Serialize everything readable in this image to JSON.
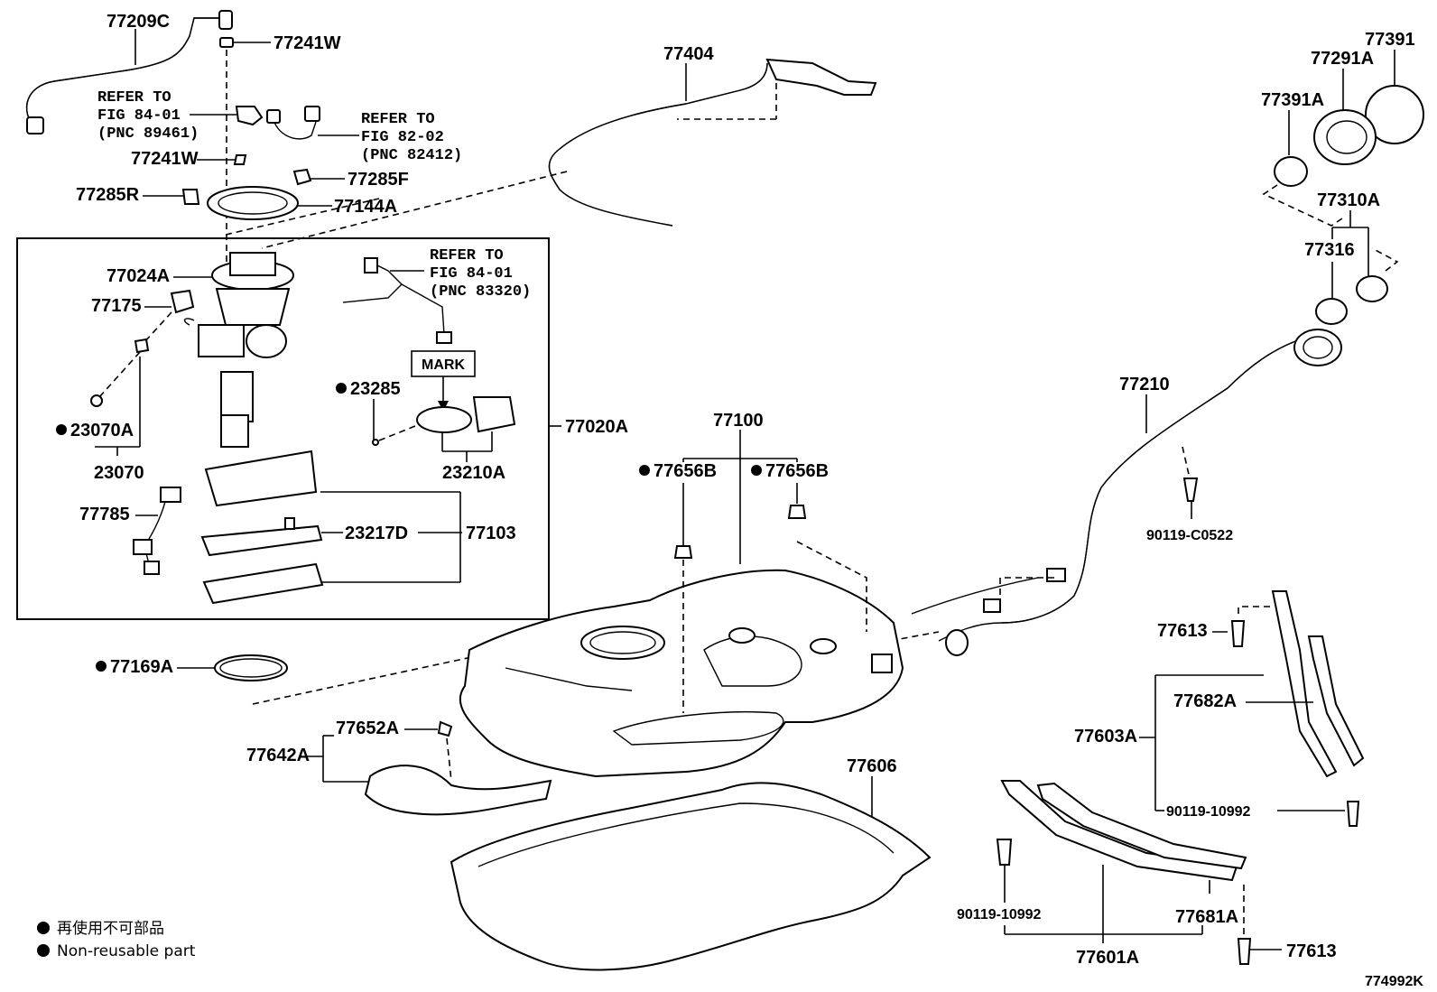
{
  "parts": {
    "p77209c": "77209C",
    "p77241w_top": "77241W",
    "p77241w_mid": "77241W",
    "p77285r": "77285R",
    "p77285f": "77285F",
    "p77144a": "77144A",
    "p77404": "77404",
    "p77391": "77391",
    "p77291a": "77291A",
    "p77391a": "77391A",
    "p77310a": "77310A",
    "p77316": "77316",
    "p77210": "77210",
    "p90119_c0522": "90119-C0522",
    "p77024a": "77024A",
    "p77175": "77175",
    "p23070a": "23070A",
    "p23070": "23070",
    "p23285": "23285",
    "p23210a": "23210A",
    "p77020a": "77020A",
    "p77785": "77785",
    "p23217d": "23217D",
    "p77103": "77103",
    "p77100": "77100",
    "p77656b_1": "77656B",
    "p77656b_2": "77656B",
    "p77169a": "77169A",
    "p77652a": "77652A",
    "p77642a": "77642A",
    "p77606": "77606",
    "p77613_top": "77613",
    "p77682a": "77682A",
    "p77603a": "77603A",
    "p90119_10992_right": "90119-10992",
    "p90119_10992_left": "90119-10992",
    "p77681a": "77681A",
    "p77601a": "77601A",
    "p77613_bottom": "77613"
  },
  "refs": {
    "ref1": [
      "REFER TO",
      "FIG 84-01",
      "(PNC 89461)"
    ],
    "ref2": [
      "REFER TO",
      "FIG 82-02",
      "(PNC 82412)"
    ],
    "ref3": [
      "REFER TO",
      "FIG 84-01",
      "(PNC 83320)"
    ]
  },
  "mark_label": "MARK",
  "legend": {
    "line1": "再使用不可部品",
    "line2": "Non-reusable part"
  },
  "diagram_id": "774992K"
}
